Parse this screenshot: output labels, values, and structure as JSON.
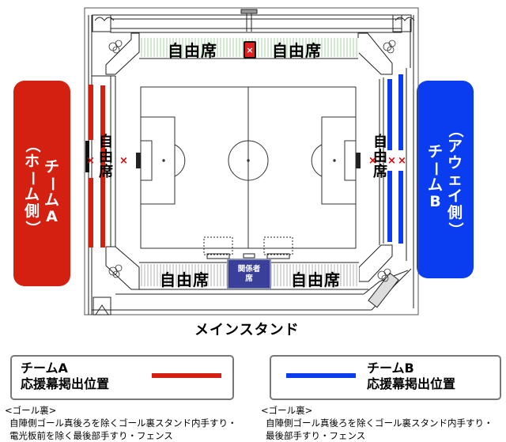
{
  "title": "スタジアム 応援幕掲出位置図",
  "colors": {
    "team_a": "#d42010",
    "team_b": "#0a3cf0",
    "staff_box": "#3a3f9a",
    "seat_green": "#cfe8cf",
    "pitch_line": "#333333"
  },
  "team_a_panel": {
    "label_main": [
      "チ",
      "ー",
      "ム",
      "A"
    ],
    "label_sub": [
      "（",
      "ホ",
      "ー",
      "ム",
      "側",
      "）"
    ]
  },
  "team_b_panel": {
    "label_main": [
      "チ",
      "ー",
      "ム",
      "B"
    ],
    "label_sub": [
      "（",
      "ア",
      "ウ",
      "ェ",
      "イ",
      "側",
      "）"
    ]
  },
  "stadium": {
    "top_stand_left": "自由席",
    "top_stand_right": "自由席",
    "top_center_icon": "x-mark-icon",
    "left_stand": [
      "自",
      "由",
      "席"
    ],
    "right_stand": [
      "自",
      "由",
      "席"
    ],
    "bottom_stand_left": "自由席",
    "bottom_stand_right": "自由席",
    "staff_box": {
      "line1": "関係者",
      "line2": "席"
    },
    "x_mark": "×",
    "main_stand_label": "メインスタンド"
  },
  "legend": {
    "team_a": {
      "line1": "チームA",
      "line2": "応援幕掲出位置"
    },
    "team_b": {
      "line1": "チームB",
      "line2": "応援幕掲出位置"
    }
  },
  "notes": {
    "team_a": {
      "heading": "<ゴール裏>",
      "line1": "自陣側ゴール真後ろを除くゴール裏スタンド内手すり・",
      "line2": "電光板前を除く最後部手すり・フェンス"
    },
    "team_b": {
      "heading": "<ゴール裏>",
      "line1": "自陣側ゴール真後ろを除くゴール裏スタンド内手すり・",
      "line2": "最後部手すり・フェンス"
    }
  }
}
